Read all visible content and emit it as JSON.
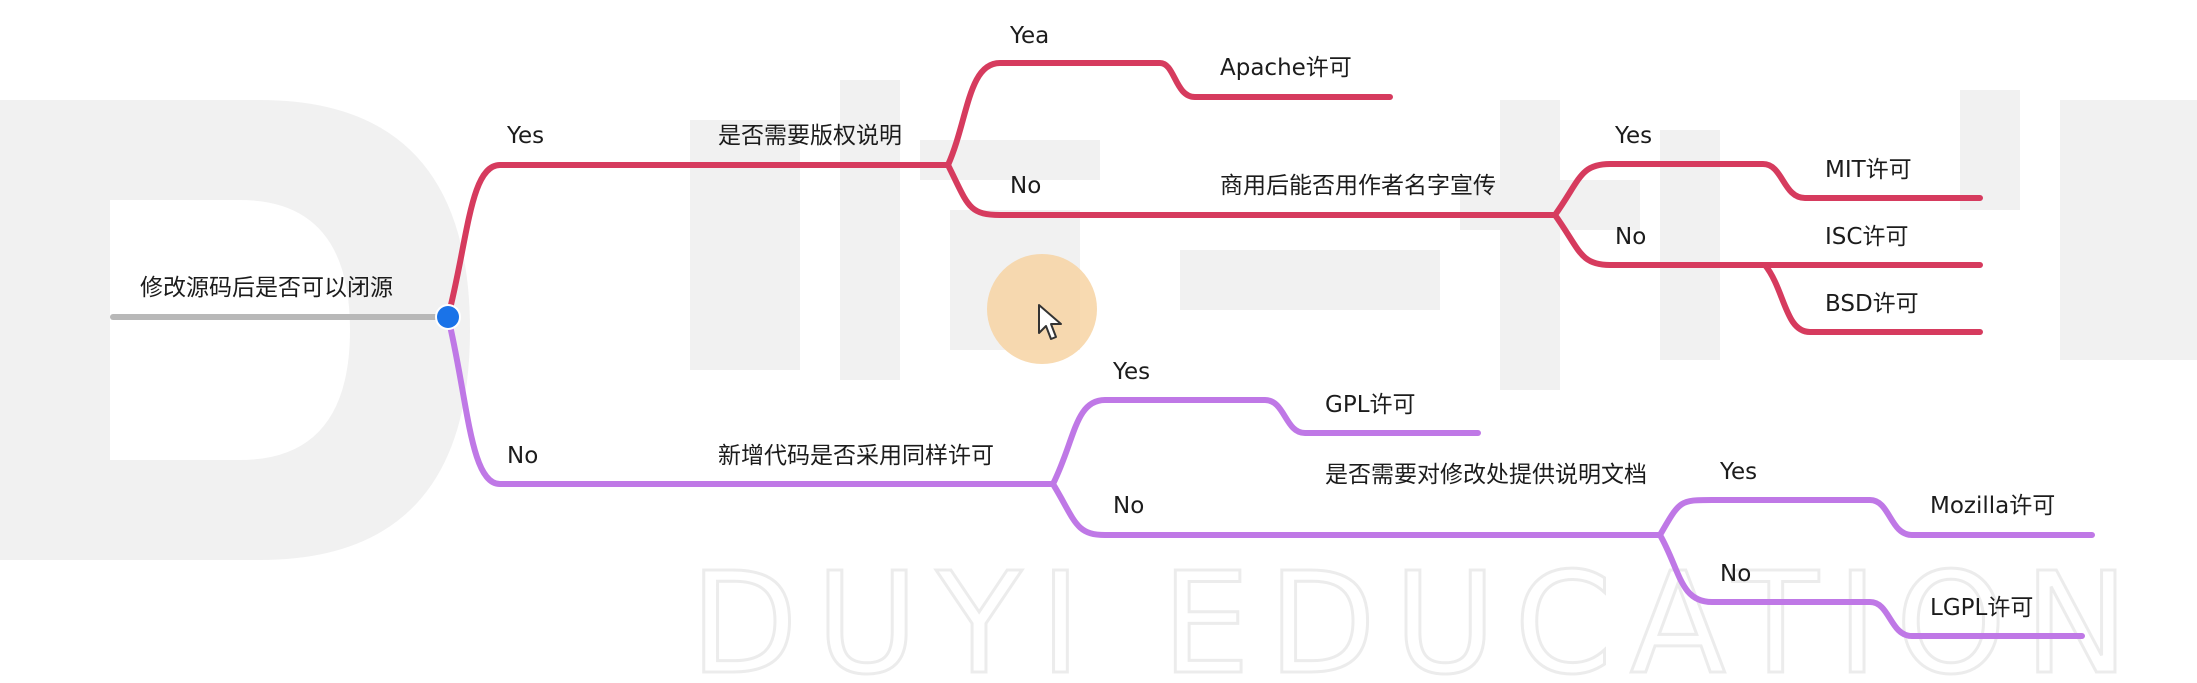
{
  "colors": {
    "red_branch": "#d63b5e",
    "purple_branch": "#bf78e6",
    "root_line": "#b8b8b8",
    "root_dot": "#1a73e8"
  },
  "watermark": {
    "text": "DUYI EDUCATION"
  },
  "root": {
    "label": "修改源码后是否可以闭源"
  },
  "yes_branch": {
    "edge_label": "Yes",
    "question": "是否需要版权说明",
    "yea_label": "Yea",
    "apache": "Apache许可",
    "no_label": "No",
    "sub_question": "商用后能否用作者名字宣传",
    "sub_yes": "Yes",
    "mit": "MIT许可",
    "sub_no": "No",
    "isc": "ISC许可",
    "bsd": "BSD许可"
  },
  "no_branch": {
    "edge_label": "No",
    "question": "新增代码是否采用同样许可",
    "yes_label": "Yes",
    "gpl": "GPL许可",
    "no_label": "No",
    "sub_question": "是否需要对修改处提供说明文档",
    "sub_yes": "Yes",
    "mozilla": "Mozilla许可",
    "sub_no": "No",
    "lgpl": "LGPL许可"
  }
}
